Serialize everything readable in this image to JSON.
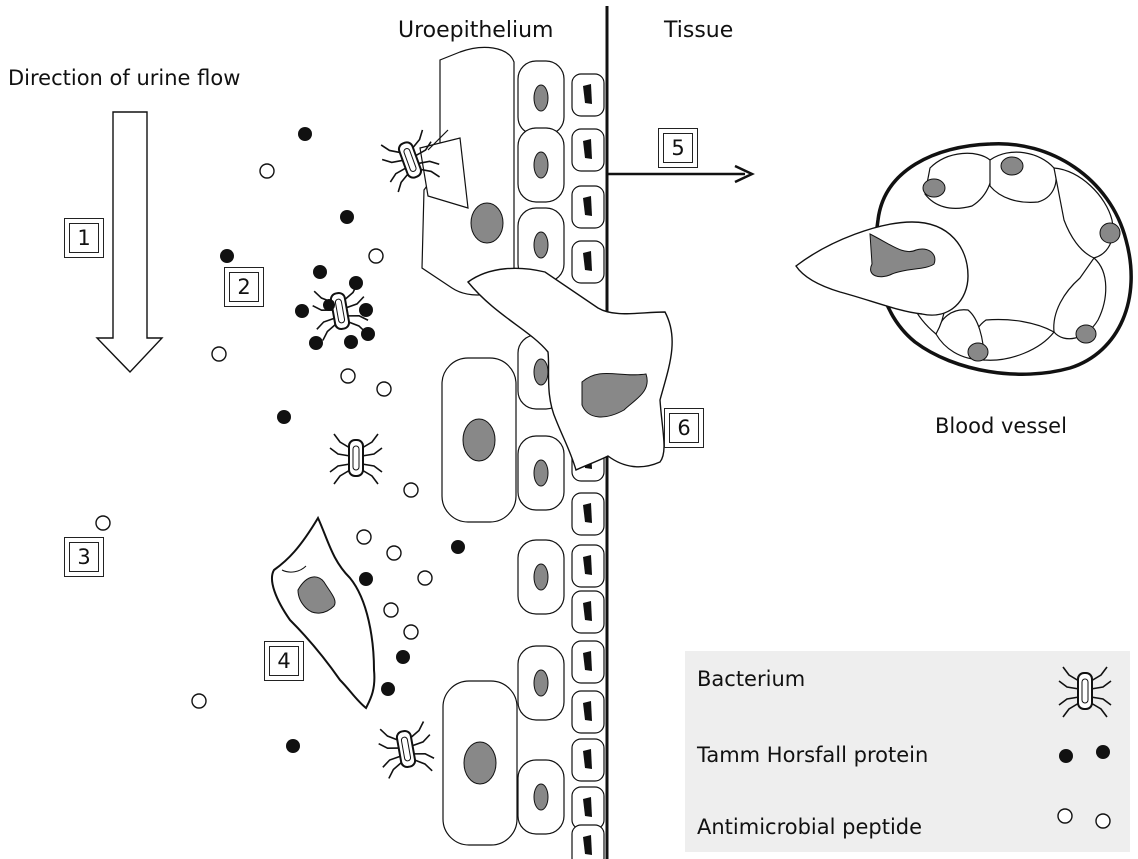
{
  "labels": {
    "uroepithelium": "Uroepithelium",
    "tissue": "Tissue",
    "urine_flow": "Direction of urine flow",
    "blood_vessel": "Blood vessel"
  },
  "steps": [
    "1",
    "2",
    "3",
    "4",
    "5",
    "6"
  ],
  "legend": {
    "bacterium": "Bacterium",
    "tamm_horsfall": "Tamm Horsfall protein",
    "antimicrobial": "Antimicrobial peptide"
  },
  "colors": {
    "stroke": "#111111",
    "nucleus": "#888888",
    "legend_bg": "#eeeeee"
  }
}
